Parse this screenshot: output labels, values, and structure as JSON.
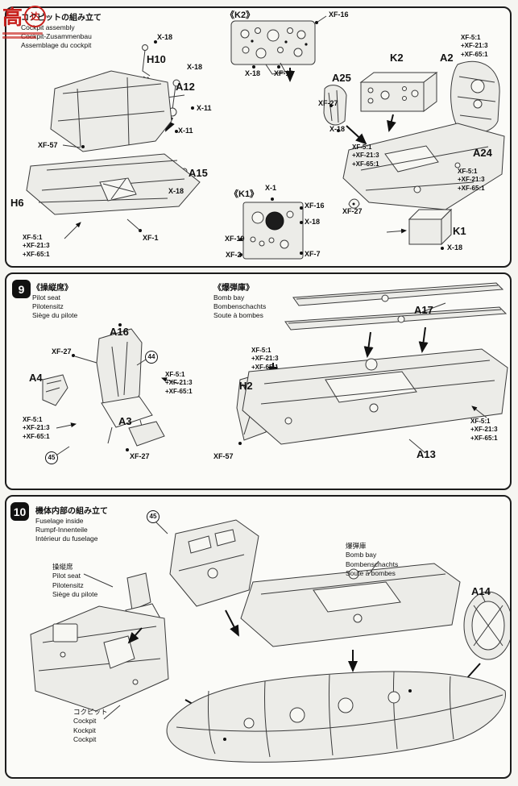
{
  "watermark": {
    "char": "高",
    "badge_char": "达"
  },
  "sections": [
    {
      "heading": {
        "ja": "コクピットの組み立て",
        "en": "Cockpit assembly",
        "de": "Cockpit-Zusammenbau",
        "fr": "Assemblage du cockpit"
      },
      "labels": [
        "《K2》",
        "XF-16",
        "X-18",
        "H10",
        "A12",
        "X-18",
        "X-18",
        "XF-19",
        "A25",
        "K2",
        "A2",
        "XF-5:1\n+XF-21:3\n+XF-65:1",
        "X-11",
        "X-11",
        "XF-27",
        "X-18",
        "XF-5:1\n+XF-21:3\n+XF-65:1",
        "XF-57",
        "A15",
        "X-18",
        "H6",
        "A24",
        "XF-5:1\n+XF-21:3\n+XF-65:1",
        "《K1》",
        "X-1",
        "XF-16",
        "X-18",
        "XF-19",
        "XF-2",
        "XF-7",
        "XF-27",
        "K1",
        "X-18",
        "XF-5:1\n+XF-21:3\n+XF-65:1",
        "XF-1"
      ]
    },
    {
      "number": "9",
      "heading_left": {
        "ja": "《操縦席》",
        "en": "Pilot seat",
        "de": "Pilotensitz",
        "fr": "Siège du pilote"
      },
      "heading_right": {
        "ja": "《爆弾庫》",
        "en": "Bomb bay",
        "de": "Bombenschachts",
        "fr": "Soute à bombes"
      },
      "labels": [
        "A16",
        "XF-27",
        "44",
        "A4",
        "XF-5:1\n+XF-21:3\n+XF-65:1",
        "A3",
        "XF-5:1\n+XF-21:3\n+XF-65:1",
        "45",
        "XF-27",
        "XF-5:1\n+XF-21:3\n+XF-65:1",
        "H2",
        "A17",
        "A13",
        "XF-57",
        "XF-5:1\n+XF-21:3\n+XF-65:1"
      ]
    },
    {
      "number": "10",
      "heading": {
        "ja": "機体内部の組み立て",
        "en": "Fuselage inside",
        "de": "Rumpf-Innenteile",
        "fr": "Intérieur du fuselage"
      },
      "labels": [
        "45",
        "操縦席\nPilot seat\nPilotensitz\nSiège du pilote",
        "爆弾庫\nBomb bay\nBombenschachts\nSoute à bombes",
        "A14",
        "コクピット\nCockpit\nKockpit\nCockpit"
      ]
    }
  ]
}
